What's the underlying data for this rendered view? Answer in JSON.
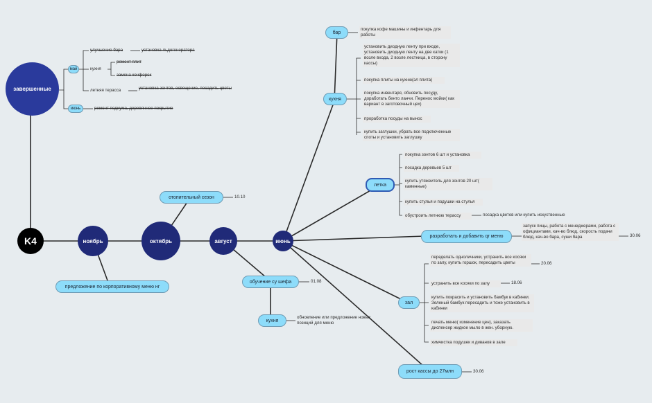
{
  "root": {
    "label": "K4"
  },
  "months": {
    "november": "ноябрь",
    "october": "октябрь",
    "august": "август",
    "june": "июнь"
  },
  "completed": {
    "label": "завершенные",
    "may": {
      "label": "май",
      "bar_item": "улучшение бара",
      "bar_sub": "установка льдогенератора",
      "kitchen": "кухня",
      "kitchen_sub1": "ремонт плит",
      "kitchen_sub2": "замена конфорок",
      "terrace": "летняя терасса",
      "terrace_sub": "установка зонтов, освещение, посадить цветы"
    },
    "june": {
      "label": "июнь",
      "item": "ремонт подиума, деревянное покрытие"
    }
  },
  "november": {
    "child": "предложение по корпоративному меню нг"
  },
  "october": {
    "child": "отопительный сезон",
    "date": "10.10"
  },
  "august": {
    "training": "обучение су шефа",
    "training_date": "01.08",
    "kitchen": "кухня",
    "kitchen_note": "обновление или предложение новых позиций для меню"
  },
  "june_branch": {
    "bar": {
      "label": "бар",
      "note": "покупка кофе машины и инфентарь для работы"
    },
    "kitchen": {
      "label": "кухня",
      "items": [
        "установить диодную ленту при входе, установить диодную ленту на две катки (1 возле входа, 2 возле лестница, в сторону кассы)",
        "покупка плиты на кухню(эл плита)",
        "покупка инвентаря, обновить посуду, доработать бенто ланчи. Перенос мойки( как вариант в заготовочный цех)",
        "проработка посуды на вынос",
        "купить заглушки, убрать все подключенные споты и установить заглушку"
      ]
    },
    "terrace": {
      "label": "летка",
      "items": [
        "покупка зонтов 6 шт и установка",
        "посадка деревьев 5 шт",
        "купить утяжеитель для зонтов 20 шт( каменные)",
        "купить стулья и подушки на стулья",
        "обустроить летнюю терассу"
      ],
      "sub": "посадка цветов или купить искуственные"
    },
    "qr": {
      "label": "разработать и добавить qr меню",
      "note": "запуск пицы, работа с менеджерами, работа с официантами, кач-во блюд, скорость подачи блюд, кач-во бара, суши бара",
      "date": "30.06"
    },
    "hall": {
      "label": "зал",
      "items": [
        "переделать одноличники,  устранить все косяки по залу, купить горшок, пересадить цветы",
        "устранить все косяки по залу",
        "купить покрасить и установить бамбук в кабинки. Зеленый бамбук пересадить и тоже установить в кабинки",
        "печать меню( изменение цен), заказать диспенсер жидкое мыло в жен. уборную.",
        "химчистка подушек и диванов в зале"
      ],
      "dates": [
        "20.06",
        "18.06"
      ]
    },
    "growth": {
      "label": "рост кассы до 27млн",
      "date": "30.06"
    }
  }
}
